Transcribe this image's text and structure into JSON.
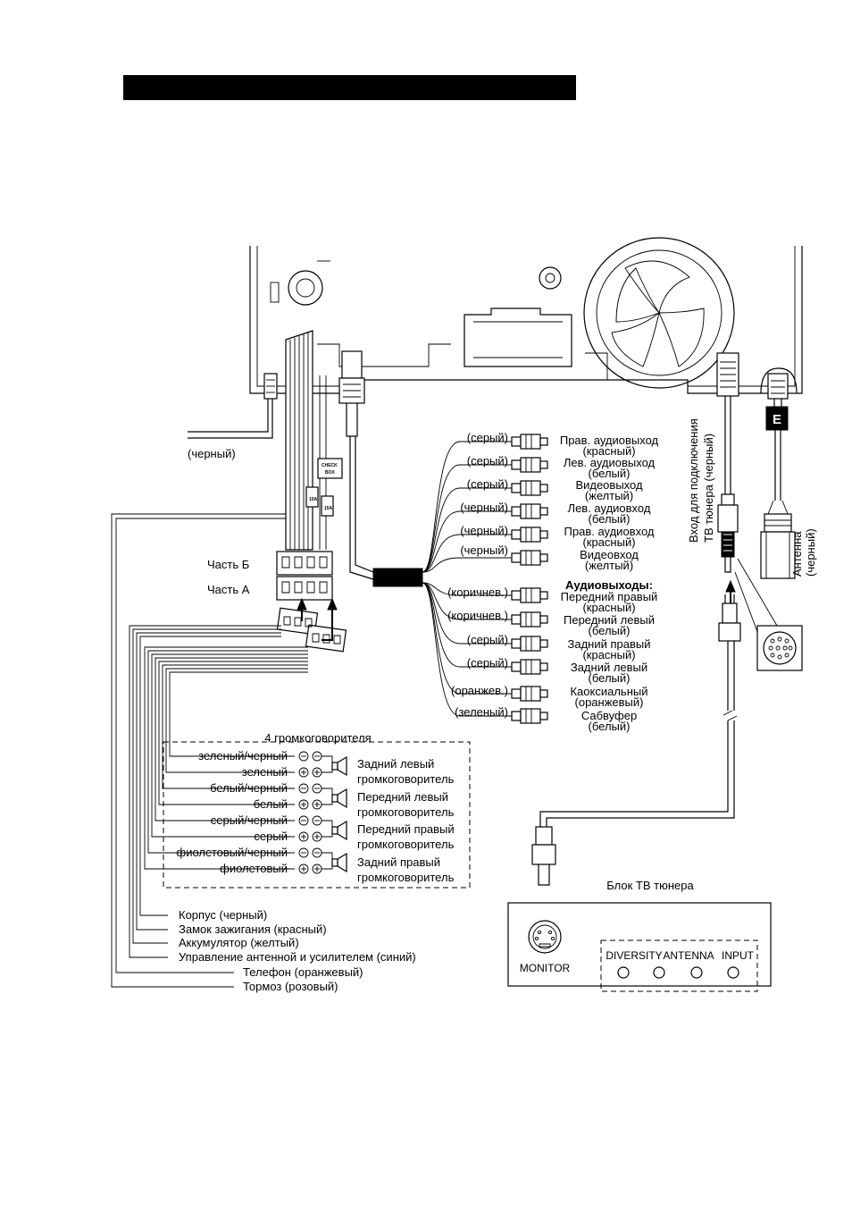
{
  "header_bar_text": "",
  "labels": {
    "black_wire": "(черный)",
    "part_b": "Часть Б",
    "part_a": "Часть А",
    "check_box": [
      "CHECK",
      "BOX"
    ],
    "fuse_a": "10A",
    "fuse_b": "15A",
    "tv_input": [
      "Вход для подключения",
      "ТВ тюнера (черный)"
    ],
    "antenna": [
      "Антенна",
      "(черный)"
    ],
    "antenna_plug_letter": "E",
    "speakers_title": "4 громкоговорителя",
    "tuner_block_title": "Блок ТВ тюнера",
    "audio_out_title": "Аудиовыходы:"
  },
  "rca_top": [
    {
      "color": "(серый)",
      "desc": [
        "Прав. аудиовыход",
        "(красный)"
      ]
    },
    {
      "color": "(серый)",
      "desc": [
        "Лев. аудиовыход",
        "(белый)"
      ]
    },
    {
      "color": "(серый)",
      "desc": [
        "Видеовыход",
        "(желтый)"
      ]
    },
    {
      "color": "(черный)",
      "desc": [
        "Лев. аудиовход",
        "(белый)"
      ]
    },
    {
      "color": "(черный)",
      "desc": [
        "Прав. аудиовход",
        "(красный)"
      ]
    },
    {
      "color": "(черный)",
      "desc": [
        "Видеовход",
        "(желтый)"
      ]
    }
  ],
  "rca_bottom": [
    {
      "color": "(коричнев.)",
      "desc": [
        "Передний правый",
        "(красный)"
      ]
    },
    {
      "color": "(коричнев.)",
      "desc": [
        "Передний левый",
        "(белый)"
      ]
    },
    {
      "color": "(серый)",
      "desc": [
        "Задний правый",
        "(красный)"
      ]
    },
    {
      "color": "(серый)",
      "desc": [
        "Задний левый",
        "(белый)"
      ]
    },
    {
      "color": "(оранжев.)",
      "desc": [
        "Каоксиальный",
        "(оранжевый)"
      ]
    },
    {
      "color": "(зеленый)",
      "desc": [
        "Сабвуфер",
        "(белый)"
      ]
    }
  ],
  "speaker_wires": [
    "зеленый/черный",
    "зеленый",
    "белый/черный",
    "белый",
    "серый/черный",
    "серый",
    "фиолетовый/черный",
    "фиолетовый"
  ],
  "speakers": [
    [
      "Задний левый",
      "громкоговоритель"
    ],
    [
      "Передний левый",
      "громкоговоритель"
    ],
    [
      "Передний правый",
      "громкоговоритель"
    ],
    [
      "Задний правый",
      "громкоговоритель"
    ]
  ],
  "power_wires": [
    "Корпус (черный)",
    "Замок зажигания (красный)",
    "Аккумулятор (желтый)",
    "Управление антенной и усилителем (синий)",
    "Телефон (оранжевый)",
    "Тормоз (розовый)"
  ],
  "tuner_ports": {
    "monitor": "MONITOR",
    "diversity": "DIVERSITY",
    "antenna": "ANTENNA",
    "input": "INPUT"
  }
}
